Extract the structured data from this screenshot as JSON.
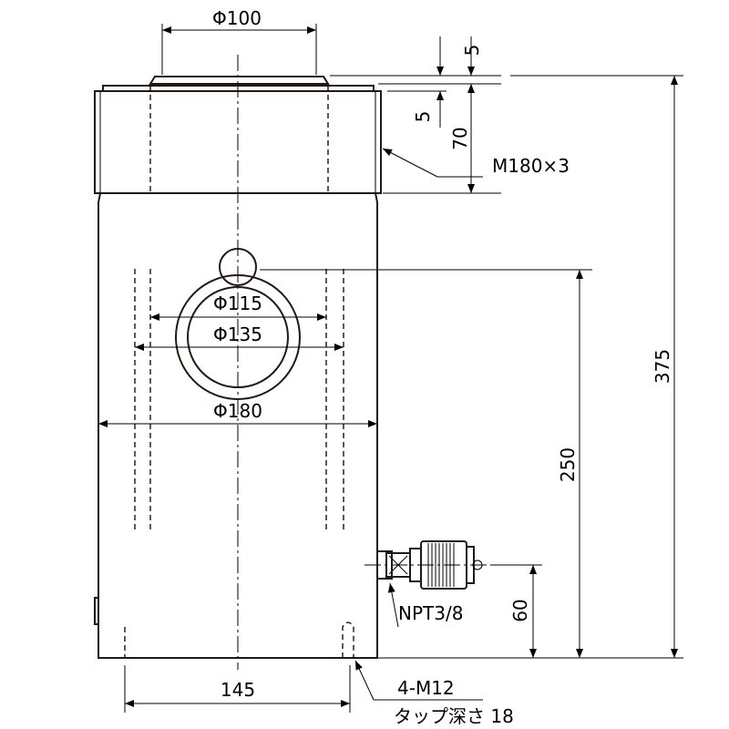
{
  "dimensions": {
    "plunger_dia": "Φ100",
    "top_gap_1": "5",
    "top_gap_2": "5",
    "nut_height": "70",
    "thread": "M180×3",
    "total_height": "375",
    "port_height": "250",
    "inner_dia": "Φ115",
    "ring_dia": "Φ135",
    "body_dia": "Φ180",
    "coupler_port": "NPT3/8",
    "coupler_height": "60",
    "bolt_pitch": "145",
    "bolt_tap": "4-M12",
    "tap_depth": "タップ深さ 18"
  }
}
